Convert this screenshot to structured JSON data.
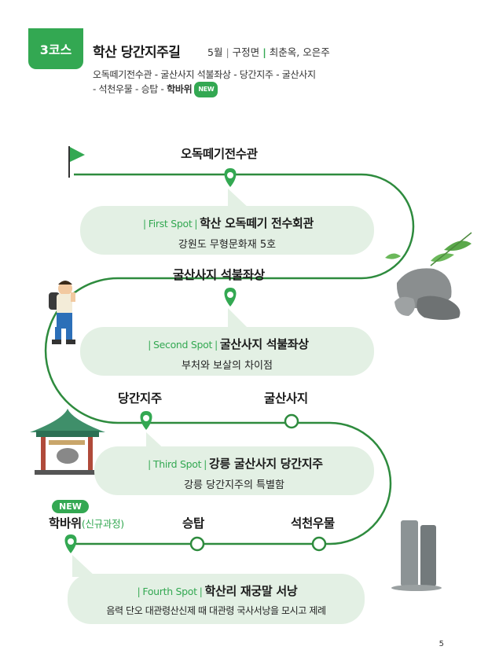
{
  "course": {
    "badge": "3코스",
    "title": "학산 당간지주길",
    "month": "5월",
    "area": "구정면",
    "guides": "최춘옥, 오은주",
    "route_line1": "오독떼기전수관 - 굴산사지 석불좌상 - 당간지주 - 굴산사지",
    "route_line2_prefix": "- 석천우물 - 승탑 - ",
    "route_line2_bold": "학바위",
    "new_tag": "NEW"
  },
  "stops": {
    "s1": "오독떼기전수관",
    "s2": "굴산사지 석불좌상",
    "s3": "당간지주",
    "s4": "굴산사지",
    "s5": "학바위",
    "s5_sub": "(신규과정)",
    "s6": "승탑",
    "s7": "석천우물",
    "new_badge": "NEW"
  },
  "spots": [
    {
      "label": "First Spot",
      "name": "학산 오독떼기 전수회관",
      "desc": "강원도 무형문화재 5호"
    },
    {
      "label": "Second Spot",
      "name": "굴산사지 석불좌상",
      "desc": "부처와 보살의 차이점"
    },
    {
      "label": "Third Spot",
      "name": "강릉 굴산사지 당간지주",
      "desc": "강릉 당간지주의 특별함"
    },
    {
      "label": "Fourth Spot",
      "name": "학산리 재궁말 서낭",
      "desc": "음력 단오 대관령산신제 때 대관령 국사서낭을 모시고 제례"
    }
  ],
  "page_number": "5",
  "colors": {
    "accent": "#33a852",
    "bubble": "#e3f0e4"
  }
}
